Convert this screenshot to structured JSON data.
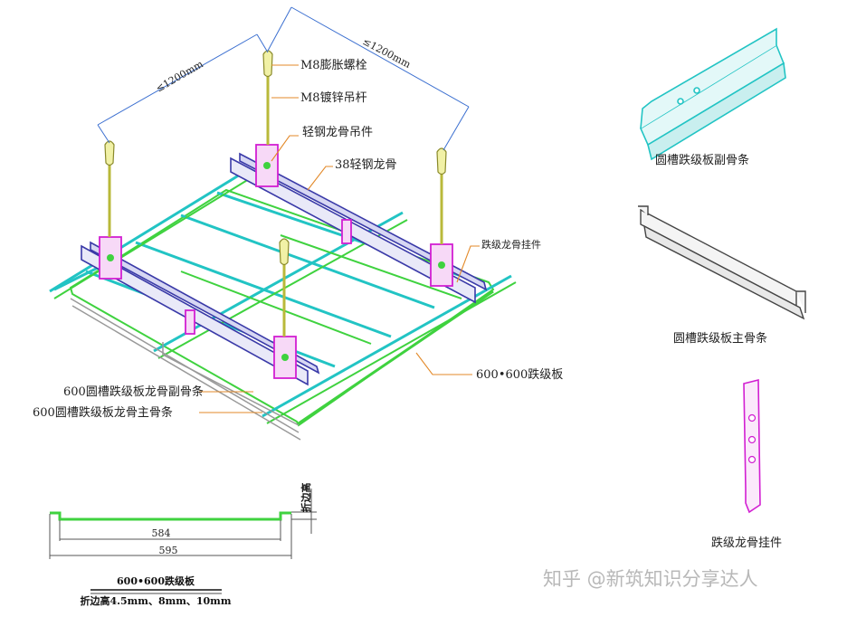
{
  "dimensions": {
    "spacing_left": "≤1200mm",
    "spacing_right": "≤1200mm"
  },
  "callouts": {
    "m8_bolt": "M8膨胀螺栓",
    "m8_rod": "M8镀锌吊杆",
    "hanger": "轻钢龙骨吊件",
    "keel38": "38轻钢龙骨",
    "drop_hanger": "跌级龙骨挂件",
    "sub_keel": "600圆槽跌级板龙骨副骨条",
    "main_keel": "600圆槽跌级板龙骨主骨条",
    "panel": "600•600跌级板"
  },
  "parts": {
    "sub_strip": "圆槽跌级板副骨条",
    "main_strip": "圆槽跌级板主骨条",
    "drop_clip": "跌级龙骨挂件"
  },
  "section": {
    "edge_height_label": "折边高",
    "inner_width": "584",
    "outer_width": "595",
    "title": "600•600跌级板",
    "note": "折边高4.5mm、8mm、10mm"
  },
  "watermark": "知乎 @新筑知识分享达人",
  "colors": {
    "cyan": "#22c4c4",
    "green": "#3fd23f",
    "magenta": "#d21fd2",
    "indigo": "#3a3aa8",
    "rod": "#b9b93a",
    "leader": "#e38a2a",
    "blue_dim": "#3b6fd0"
  }
}
